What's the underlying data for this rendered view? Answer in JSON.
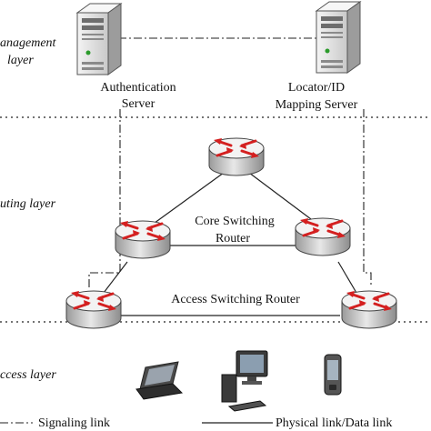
{
  "layers": {
    "management_line1": "anagement",
    "management_line2": "layer",
    "routing": "uting layer",
    "access": "ccess layer"
  },
  "servers": {
    "auth_line1": "Authentication",
    "auth_line2": "Server",
    "mapping_line1": "Locator/ID",
    "mapping_line2": "Mapping Server"
  },
  "routers": {
    "core_line1": "Core Switching",
    "core_line2": "Router",
    "access": "Access Switching  Router"
  },
  "legend": {
    "signaling": "Signaling link",
    "physical": "Physical link/Data link"
  },
  "colors": {
    "arrow_red": "#d42020",
    "router_body": "#cfcfcf",
    "router_top": "#f2f2f2",
    "server_body": "#e3e3e3"
  },
  "icons": [
    "server-icon",
    "router-icon",
    "laptop-icon",
    "desktop-computer-icon",
    "mobile-phone-icon"
  ]
}
